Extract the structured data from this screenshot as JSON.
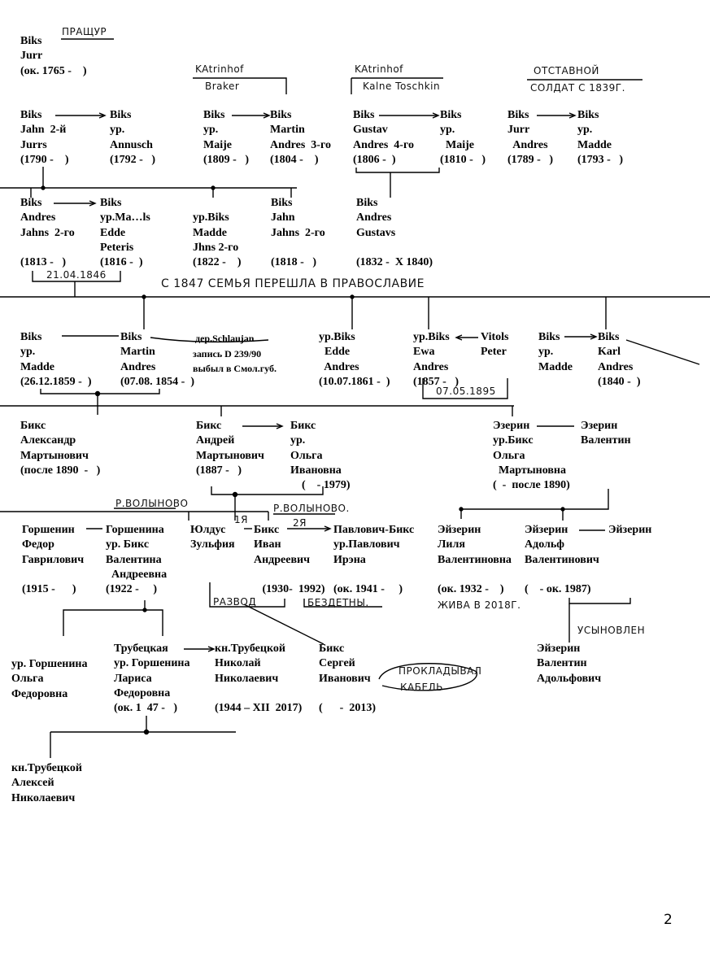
{
  "persons": [
    {
      "id": "p_jurr1765",
      "lines": [
        "Biks",
        "Jurr",
        "(ок. 1765 -    )"
      ]
    },
    {
      "id": "p_jahn2",
      "lines": [
        "Biks",
        "Jahn  2-й",
        "Jurrs",
        "(1790 -    )"
      ]
    },
    {
      "id": "p_annusch",
      "lines": [
        "Biks",
        "ур.",
        "Annusch",
        "(1792 -   )"
      ]
    },
    {
      "id": "p_maije1809",
      "lines": [
        "Biks",
        "ур.",
        "Maije",
        "(1809 -   )"
      ]
    },
    {
      "id": "p_martin3",
      "lines": [
        "Biks",
        "Martin",
        "Andres  3-го",
        "(1804 -    )"
      ]
    },
    {
      "id": "p_gustav",
      "lines": [
        "Biks",
        "Gustav",
        "Andres  4-го",
        "(1806 -  )"
      ]
    },
    {
      "id": "p_maije1810",
      "lines": [
        "Biks",
        "ур.",
        "  Maije",
        "(1810 -   )"
      ]
    },
    {
      "id": "p_jurr1789",
      "lines": [
        "Biks",
        "Jurr",
        "  Andres",
        "(1789 -   )"
      ]
    },
    {
      "id": "p_madde1793",
      "lines": [
        "Biks",
        "ур.",
        "Madde",
        "(1793 -   )"
      ]
    },
    {
      "id": "p_andres1813",
      "lines": [
        "Biks",
        "Andres",
        "Jahns  2-го",
        "",
        "(1813 -   )"
      ]
    },
    {
      "id": "p_edde1816",
      "lines": [
        "Biks",
        "ур.Ma…ls",
        "Edde",
        "Peteris",
        "(1816 -  )"
      ]
    },
    {
      "id": "p_madde1822",
      "lines": [
        "",
        "ур.Biks",
        "Madde",
        "Jhns 2-го",
        "(1822 -    )"
      ]
    },
    {
      "id": "p_jahn1818",
      "lines": [
        "Biks",
        "Jahn",
        "Jahns  2-го",
        "",
        "(1818 -   )"
      ]
    },
    {
      "id": "p_andres1832",
      "lines": [
        "Biks",
        "Andres",
        "Gustavs",
        "",
        "(1832 -  X 1840)"
      ]
    },
    {
      "id": "p_madde1859",
      "lines": [
        "Biks",
        "ур.",
        "Madde",
        "(26.12.1859 -  )"
      ]
    },
    {
      "id": "p_martin1854",
      "lines": [
        "Biks",
        "Martin",
        "Andres",
        "(07.08. 1854 -  )"
      ]
    },
    {
      "id": "p_edde1861",
      "lines": [
        "ур.Biks",
        "  Edde",
        "  Andres",
        "(10.07.1861 -  )"
      ]
    },
    {
      "id": "p_ewa",
      "lines": [
        "ур.Biks",
        "Ewa",
        "Andres",
        "(1857 -   )"
      ]
    },
    {
      "id": "p_vitols",
      "lines": [
        "Vitols",
        "Peter"
      ]
    },
    {
      "id": "p_madde_k",
      "lines": [
        "Biks",
        "ур.",
        "Madde"
      ]
    },
    {
      "id": "p_karl",
      "lines": [
        "Biks",
        "Karl",
        "Andres",
        "(1840 -  )"
      ]
    },
    {
      "id": "p_aleksandr",
      "lines": [
        "Бикс",
        "Александр",
        "Мартынович",
        "(после 1890  -   )"
      ]
    },
    {
      "id": "p_andrey",
      "lines": [
        "Бикс",
        "Андрей",
        "Мартынович",
        "(1887 -   )"
      ]
    },
    {
      "id": "p_olga_ivan",
      "lines": [
        "Бикс",
        "ур.",
        "Ольга",
        "Ивановна",
        "    (    - 1979)"
      ]
    },
    {
      "id": "p_ezerin_olga",
      "lines": [
        "Эзерин",
        "ур.Бикс",
        "Ольга",
        "  Мартыновна",
        "(  -  после 1890)"
      ]
    },
    {
      "id": "p_ezerin_val",
      "lines": [
        "Эзерин",
        "Валентин"
      ]
    },
    {
      "id": "p_gorshenin_f",
      "lines": [
        "Горшенин",
        "Федор",
        "Гаврилович",
        "",
        "(1915 -      )"
      ]
    },
    {
      "id": "p_gorshenina_v",
      "lines": [
        "Горшенина",
        "ур. Бикс",
        "Валентина",
        "  Андреевна",
        "(1922 -     )"
      ]
    },
    {
      "id": "p_yuldus",
      "lines": [
        "Юлдус",
        "Зульфия"
      ]
    },
    {
      "id": "p_ivan",
      "lines": [
        "Бикс",
        "Иван",
        "Андреевич",
        "",
        "   (1930-  1992)"
      ]
    },
    {
      "id": "p_irena",
      "lines": [
        "Павлович-Бикс",
        "ур.Павлович",
        "Ирэна",
        "",
        "(ок. 1941 -     )"
      ]
    },
    {
      "id": "p_liliya",
      "lines": [
        "Эйзерин",
        "Лиля",
        "Валентиновна",
        "",
        "(ок. 1932 -    )"
      ]
    },
    {
      "id": "p_adolf",
      "lines": [
        "Эйзерин",
        "Адольф",
        "Валентинович",
        "",
        "(    - ок. 1987)"
      ]
    },
    {
      "id": "p_eyzerin3",
      "lines": [
        "Эйзерин"
      ]
    },
    {
      "id": "p_olga_g",
      "lines": [
        "ур. Горшенина",
        "Ольга",
        "Федоровна"
      ]
    },
    {
      "id": "p_larisa",
      "lines": [
        "Трубецкая",
        "ур. Горшенина",
        "Лариса",
        "Федоровна",
        "(ок. 1  47 -   )"
      ]
    },
    {
      "id": "p_nikolay",
      "lines": [
        "кн.Трубецкой",
        "Николай",
        "Николаевич",
        "",
        "(1944 – XII  2017)"
      ]
    },
    {
      "id": "p_sergey",
      "lines": [
        "Бикс",
        "Сергей",
        "Иванович",
        "",
        "(      -  2013)"
      ]
    },
    {
      "id": "p_valentin_a",
      "lines": [
        "Эйзерин",
        "Валентин",
        "Адольфович"
      ]
    },
    {
      "id": "p_aleksey",
      "lines": [
        "кн.Трубецкой",
        "Алексей",
        "Николаевич"
      ]
    }
  ],
  "notes": {
    "village_1": "дер.Schlaujan",
    "record": "запись D 239/90",
    "moved": "выбыл в Смол.губ."
  },
  "handwritten": {
    "pradur": "ПРАЩУР",
    "katrinhof_1": "KAtrinhof",
    "braker": "Braker",
    "katrinhof_2": "KAtrinhof",
    "kalne": "Kalne Toschkin",
    "otstavnoy": "ОТСТАВНОЙ",
    "soldat": "СОЛДАТ С 1839Г.",
    "date_1846": "21.04.1846",
    "orthodoxy": "С 1847 СЕМЬЯ ПЕРЕШЛА В ПРАВОСЛАВИЕ",
    "date_1895": "07.05.1895",
    "volynovo_1": "Р.ВОЛЫНОВО",
    "volynovo_2": "Р.ВОЛЫНОВО.",
    "first": "1Я",
    "second": "2Я",
    "divorce": "РАЗВОД",
    "childless": "БЕЗДЕТНЫ.",
    "alive": "ЖИВА В 2018Г.",
    "adopted": "УСЫНОВЛЕН",
    "cable_1": "ПРОКЛАДЫВАЛ",
    "cable_2": "КАБЕЛЬ"
  },
  "page_number": "2"
}
